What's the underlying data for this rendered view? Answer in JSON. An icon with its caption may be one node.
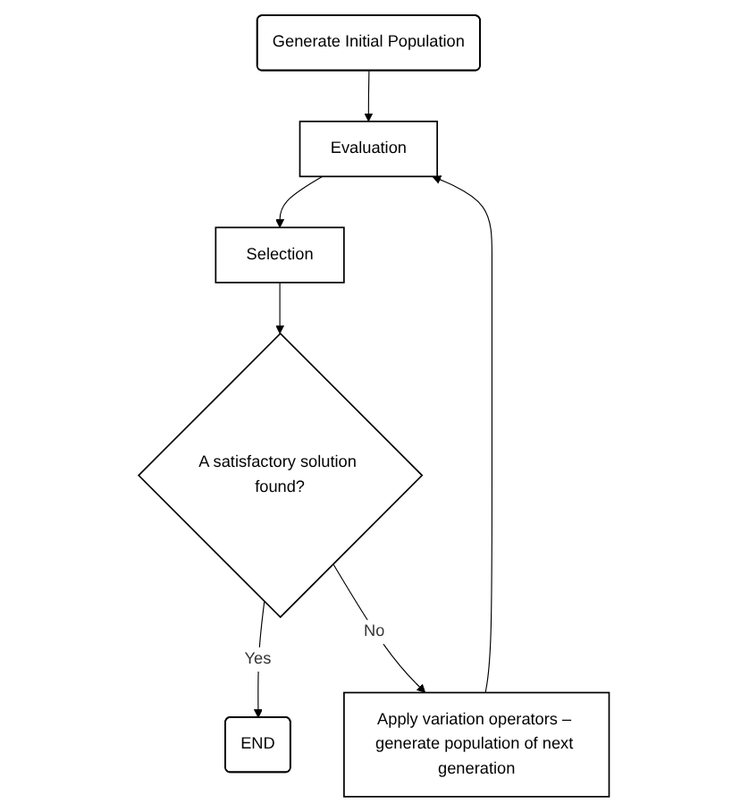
{
  "diagram": {
    "nodes": [
      {
        "text": [
          "Generate Initial Population"
        ]
      },
      {
        "text": [
          "Evaluation"
        ]
      },
      {
        "text": [
          "Selection"
        ]
      },
      {
        "text": [
          "A satisfactory solution found?"
        ]
      },
      {
        "text": [
          "END"
        ]
      },
      {
        "text": [
          "Apply variation operators – generate population of next generation"
        ]
      }
    ],
    "edges": [
      {
        "from": 0,
        "to": 1,
        "arrow": "to"
      },
      {
        "from": 1,
        "to": 2,
        "arrow": "to"
      },
      {
        "from": 2,
        "to": 3,
        "arrow": "to"
      },
      {
        "from": 3,
        "to": 4,
        "arrow": "to",
        "label": "Yes"
      },
      {
        "from": 3,
        "to": 5,
        "arrow": "to",
        "label": "No"
      },
      {
        "from": 5,
        "to": 1,
        "arrow": "to"
      }
    ]
  }
}
